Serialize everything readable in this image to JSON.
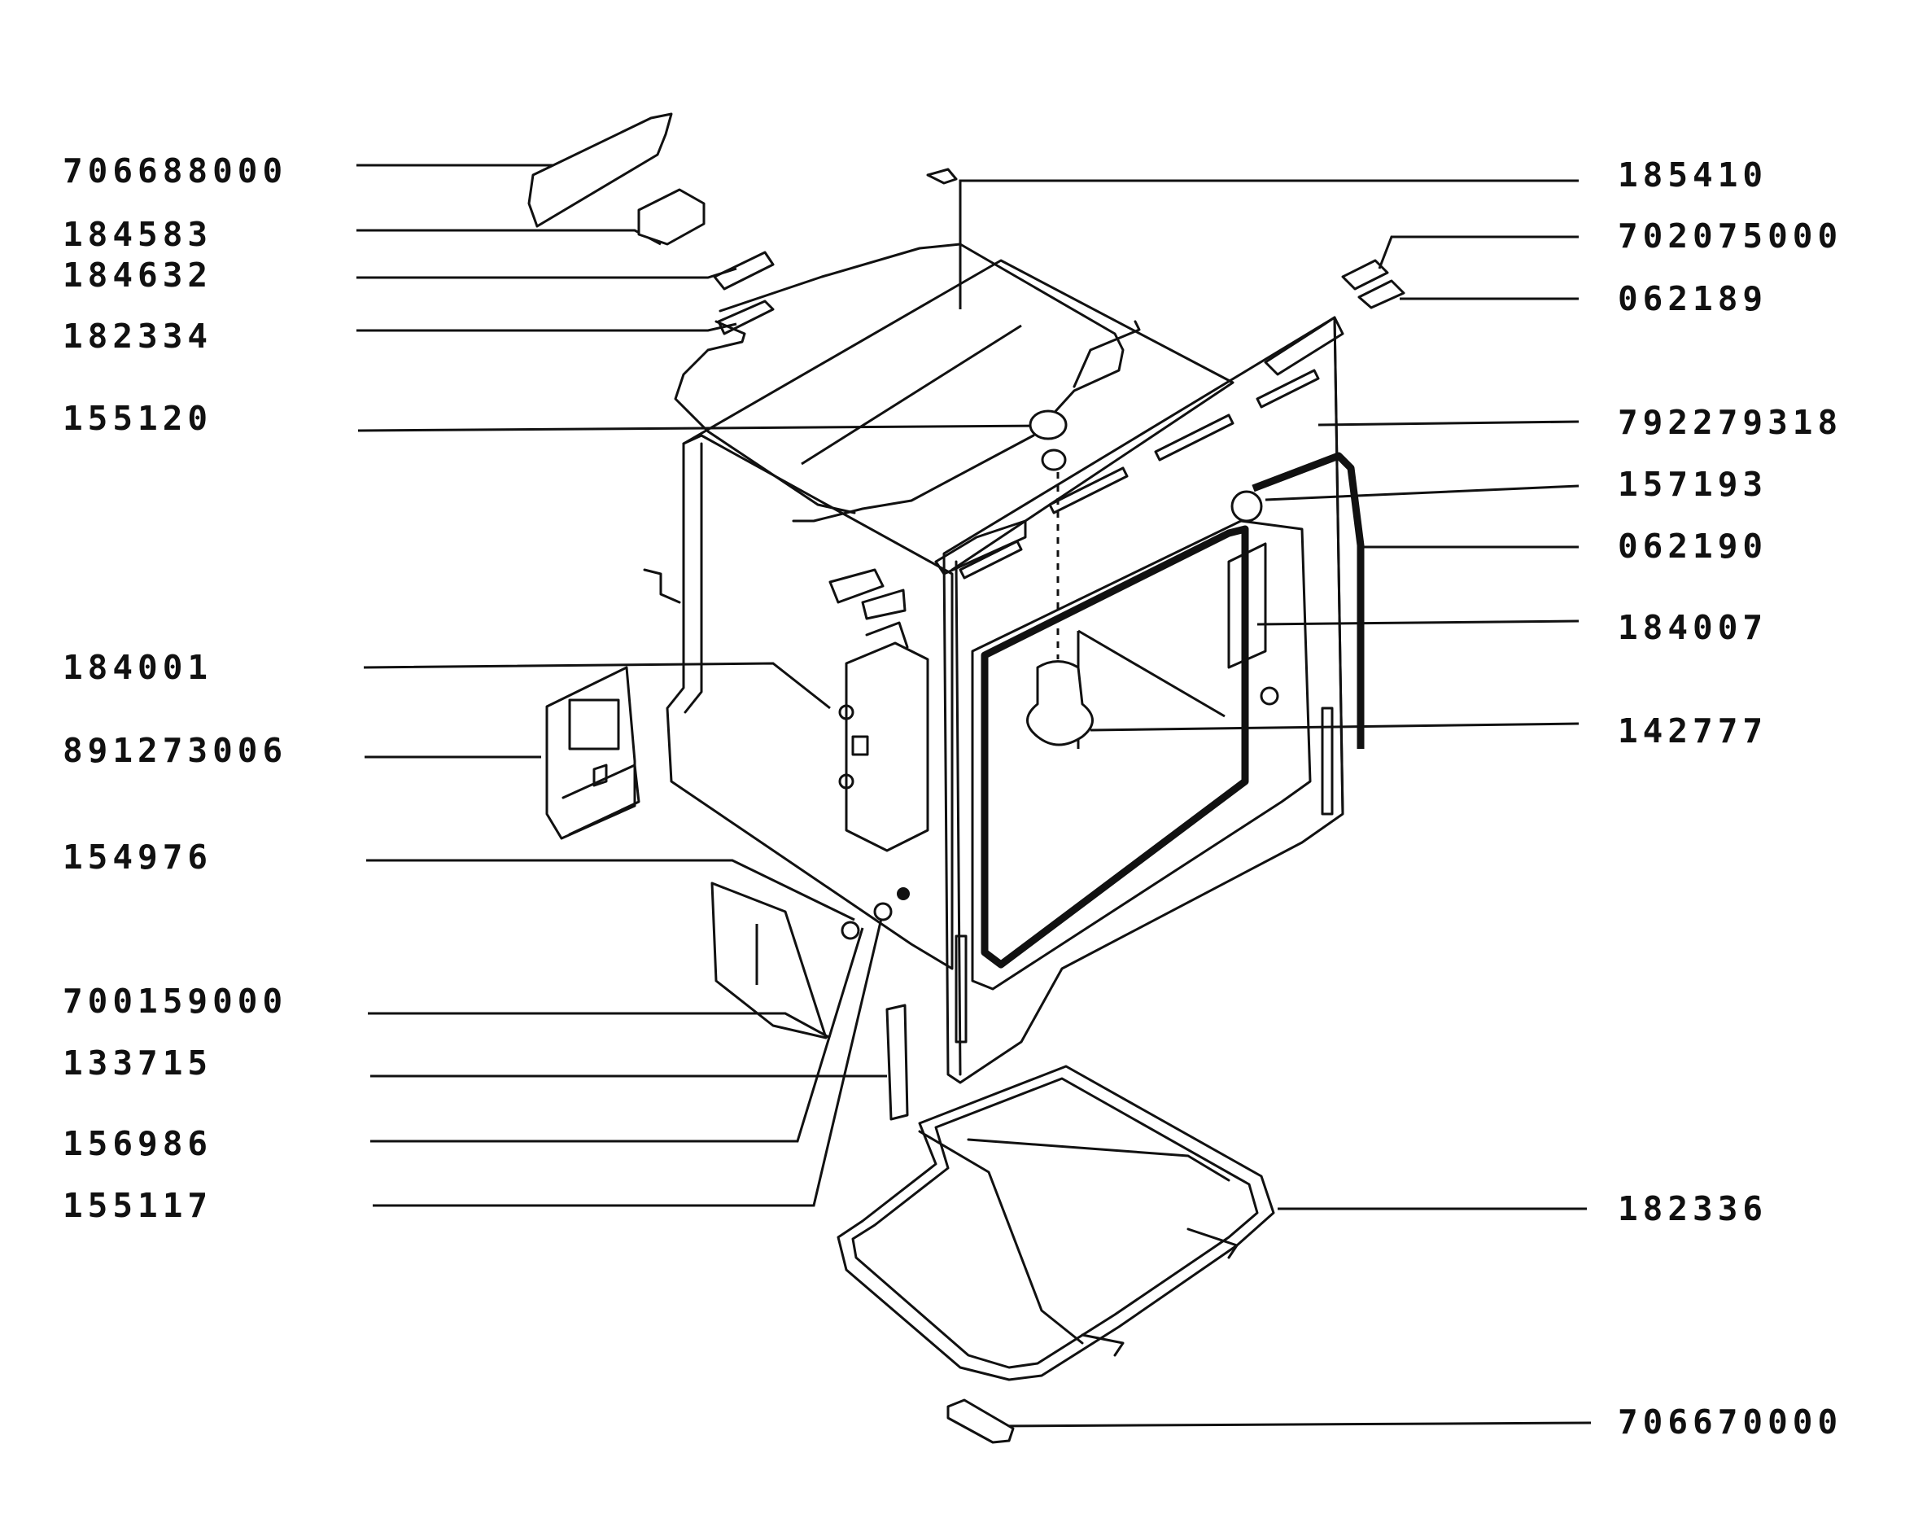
{
  "labels_left": [
    "706688000",
    "184583",
    "184632",
    "182334",
    "155120",
    "184001",
    "891273006",
    "154976",
    "700159000",
    "133715",
    "156986",
    "155117"
  ],
  "labels_right": [
    "185410",
    "702075000",
    "062189",
    "792279318",
    "157193",
    "062190",
    "184007",
    "142777",
    "182336",
    "706670000"
  ]
}
